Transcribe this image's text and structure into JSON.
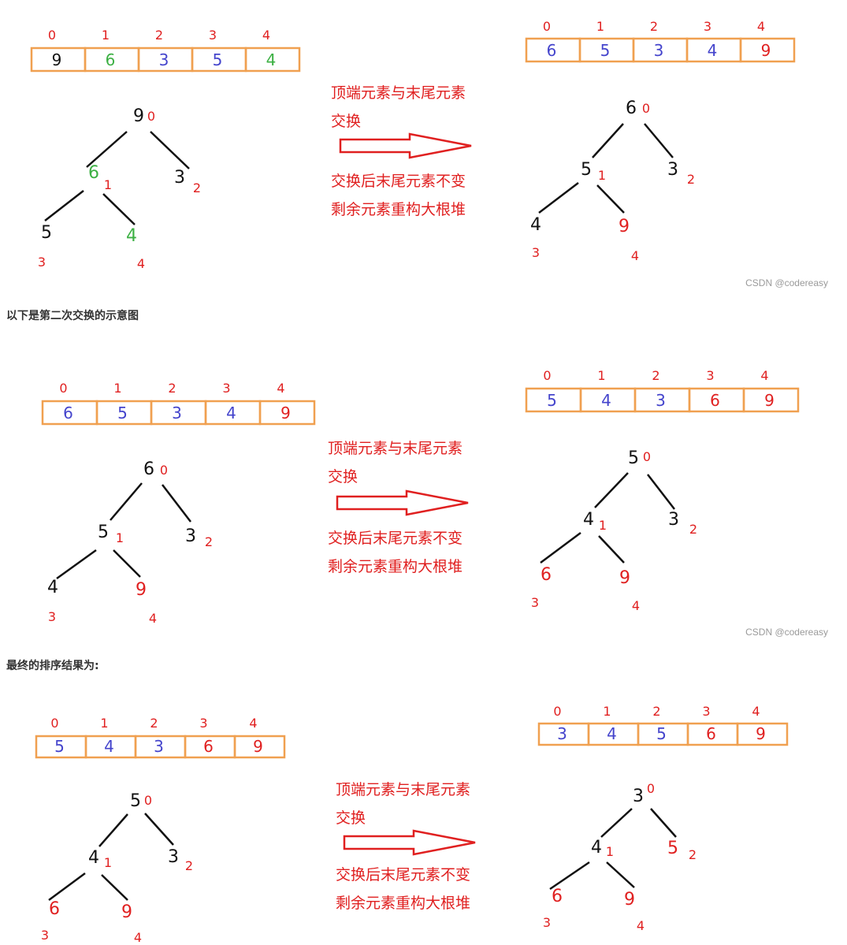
{
  "colors": {
    "index": "#e02020",
    "box_border": "#f0a050",
    "edge": "#111111",
    "arrow": "#e02020",
    "value_black": "#111111",
    "value_blue": "#4444cc",
    "value_green": "#3cb043",
    "value_red": "#e02020"
  },
  "indices": [
    "0",
    "1",
    "2",
    "3",
    "4"
  ],
  "arrow_text": {
    "line1": "顶端元素与末尾元素",
    "line2": "交换",
    "line3": "交换后末尾元素不变",
    "line4": "剩余元素重构大根堆"
  },
  "watermark": "CSDN @codereasy",
  "captions": {
    "second": "以下是第二次交换的示意图",
    "final": "最终的排序结果为:"
  },
  "steps": [
    {
      "before": {
        "array": [
          {
            "v": "9",
            "c": "black"
          },
          {
            "v": "6",
            "c": "green"
          },
          {
            "v": "3",
            "c": "blue"
          },
          {
            "v": "5",
            "c": "blue"
          },
          {
            "v": "4",
            "c": "green"
          }
        ],
        "nodes": [
          {
            "v": "9",
            "c": "black"
          },
          {
            "v": "6",
            "c": "green"
          },
          {
            "v": "3",
            "c": "black"
          },
          {
            "v": "5",
            "c": "black"
          },
          {
            "v": "4",
            "c": "green"
          }
        ]
      },
      "after": {
        "array": [
          {
            "v": "6",
            "c": "blue"
          },
          {
            "v": "5",
            "c": "blue"
          },
          {
            "v": "3",
            "c": "blue"
          },
          {
            "v": "4",
            "c": "blue"
          },
          {
            "v": "9",
            "c": "red"
          }
        ],
        "nodes": [
          {
            "v": "6",
            "c": "black"
          },
          {
            "v": "5",
            "c": "black"
          },
          {
            "v": "3",
            "c": "black"
          },
          {
            "v": "4",
            "c": "black"
          },
          {
            "v": "9",
            "c": "red"
          }
        ]
      }
    },
    {
      "before": {
        "array": [
          {
            "v": "6",
            "c": "blue"
          },
          {
            "v": "5",
            "c": "blue"
          },
          {
            "v": "3",
            "c": "blue"
          },
          {
            "v": "4",
            "c": "blue"
          },
          {
            "v": "9",
            "c": "red"
          }
        ],
        "nodes": [
          {
            "v": "6",
            "c": "black"
          },
          {
            "v": "5",
            "c": "black"
          },
          {
            "v": "3",
            "c": "black"
          },
          {
            "v": "4",
            "c": "black"
          },
          {
            "v": "9",
            "c": "red"
          }
        ]
      },
      "after": {
        "array": [
          {
            "v": "5",
            "c": "blue"
          },
          {
            "v": "4",
            "c": "blue"
          },
          {
            "v": "3",
            "c": "blue"
          },
          {
            "v": "6",
            "c": "red"
          },
          {
            "v": "9",
            "c": "red"
          }
        ],
        "nodes": [
          {
            "v": "5",
            "c": "black"
          },
          {
            "v": "4",
            "c": "black"
          },
          {
            "v": "3",
            "c": "black"
          },
          {
            "v": "6",
            "c": "red"
          },
          {
            "v": "9",
            "c": "red"
          }
        ]
      }
    },
    {
      "before": {
        "array": [
          {
            "v": "5",
            "c": "blue"
          },
          {
            "v": "4",
            "c": "blue"
          },
          {
            "v": "3",
            "c": "blue"
          },
          {
            "v": "6",
            "c": "red"
          },
          {
            "v": "9",
            "c": "red"
          }
        ],
        "nodes": [
          {
            "v": "5",
            "c": "black"
          },
          {
            "v": "4",
            "c": "black"
          },
          {
            "v": "3",
            "c": "black"
          },
          {
            "v": "6",
            "c": "red"
          },
          {
            "v": "9",
            "c": "red"
          }
        ]
      },
      "after": {
        "array": [
          {
            "v": "3",
            "c": "blue"
          },
          {
            "v": "4",
            "c": "blue"
          },
          {
            "v": "5",
            "c": "blue"
          },
          {
            "v": "6",
            "c": "red"
          },
          {
            "v": "9",
            "c": "red"
          }
        ],
        "nodes": [
          {
            "v": "3",
            "c": "black"
          },
          {
            "v": "4",
            "c": "black"
          },
          {
            "v": "5",
            "c": "red"
          },
          {
            "v": "6",
            "c": "red"
          },
          {
            "v": "9",
            "c": "red"
          }
        ]
      }
    }
  ]
}
